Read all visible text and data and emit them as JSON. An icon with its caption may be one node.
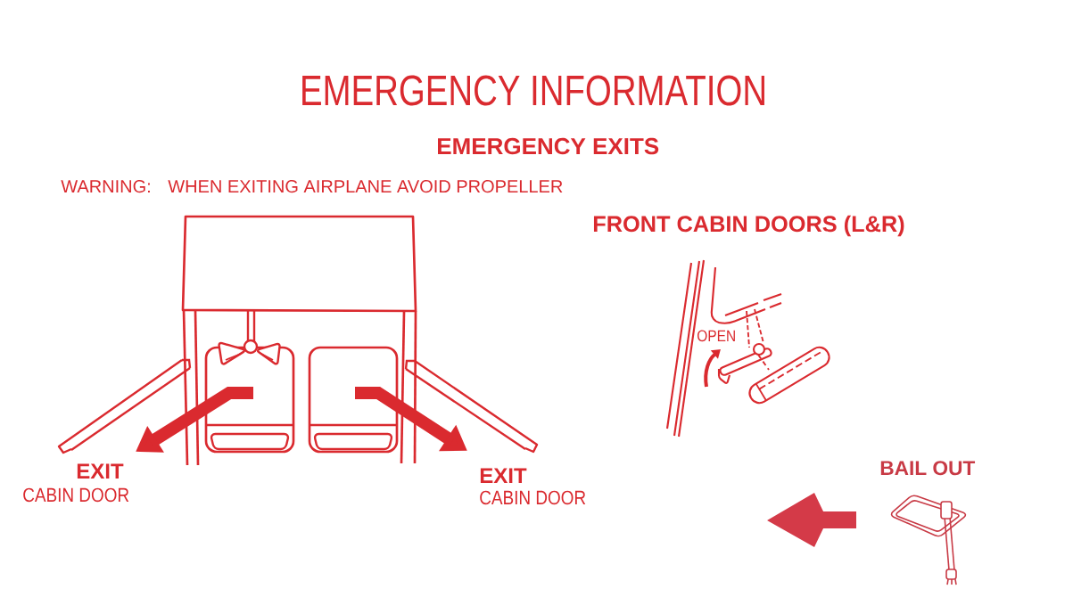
{
  "diagram": {
    "title": "EMERGENCY INFORMATION",
    "labels": [
      "EMERGENCY EXITS",
      "WARNING:",
      "WHEN EXITING AIRPLANE AVOID PROPELLER",
      "FRONT CABIN DOORS (L&R)",
      "OPEN",
      "EXIT",
      "CABIN DOOR",
      "EXIT",
      "CABIN DOOR",
      "BAIL OUT"
    ]
  }
}
